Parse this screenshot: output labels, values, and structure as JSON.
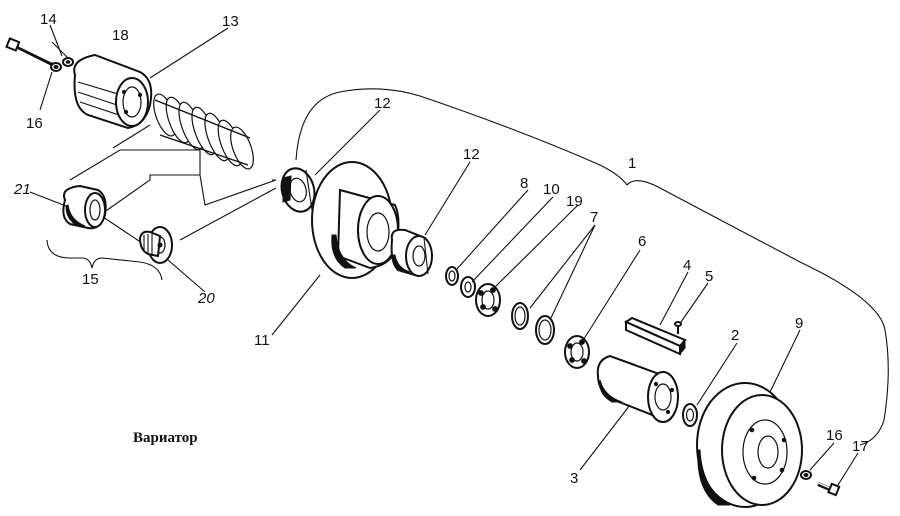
{
  "title": "Вариатор",
  "labels": {
    "l1": "1",
    "l2": "2",
    "l3": "3",
    "l4": "4",
    "l5": "5",
    "l6": "6",
    "l7": "7",
    "l8": "8",
    "l9": "9",
    "l10": "10",
    "l11": "11",
    "l12a": "12",
    "l12b": "12",
    "l13": "13",
    "l14": "14",
    "l15": "15",
    "l16a": "16",
    "l16b": "16",
    "l17": "17",
    "l18": "18",
    "l19": "19",
    "l20": "20",
    "l21": "21"
  }
}
